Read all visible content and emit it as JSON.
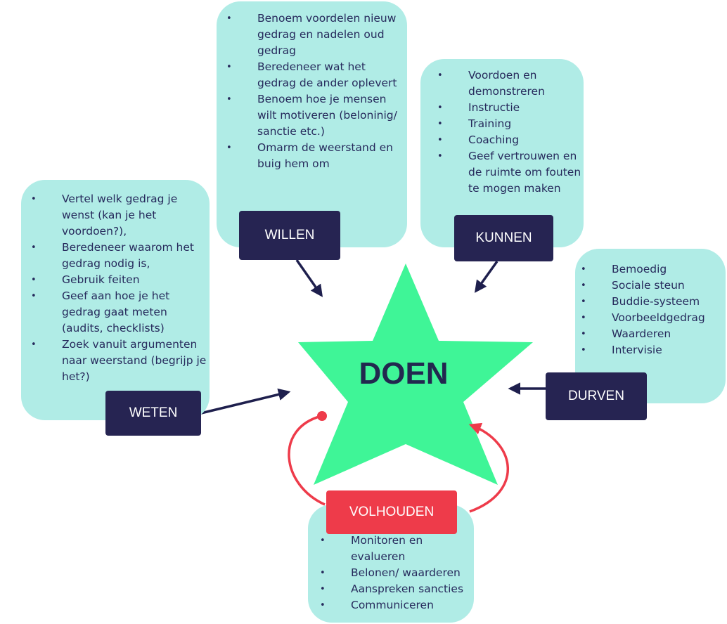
{
  "center": {
    "label": "DOEN"
  },
  "nodes": {
    "willen": {
      "tag": "WILLEN",
      "items": [
        "Benoem voordelen nieuw gedrag en nadelen oud gedrag",
        "Beredeneer wat het gedrag de ander oplevert",
        "Benoem hoe je mensen wilt motiveren (beloninig/ sanctie etc.)",
        "Omarm de weerstand en buig hem om"
      ]
    },
    "kunnen": {
      "tag": "KUNNEN",
      "items": [
        "Voordoen en demonstreren",
        "Instructie",
        "Training",
        "Coaching",
        "Geef vertrouwen en de ruimte om fouten te mogen maken"
      ]
    },
    "weten": {
      "tag": "WETEN",
      "items": [
        "Vertel welk gedrag je wenst (kan je het voordoen?),",
        "Beredeneer waarom het gedrag nodig is,",
        "Gebruik feiten",
        "Geef aan hoe je het gedrag gaat meten (audits, checklists)",
        "Zoek vanuit argumenten naar weerstand (begrijp je het?)"
      ]
    },
    "durven": {
      "tag": "DURVEN",
      "items": [
        "Bemoedig",
        "Sociale steun",
        "Buddie-systeem",
        "Voorbeeldgedrag",
        "Waarderen",
        "Intervisie"
      ]
    },
    "volhouden": {
      "tag": "VOLHOUDEN",
      "items": [
        "Monitoren en evalueren",
        "Belonen/ waarderen",
        "Aanspreken sancties",
        "Communiceren"
      ]
    }
  },
  "colors": {
    "card": "#b0ece6",
    "tag": "#262452",
    "tag_alert": "#ee3b4a",
    "star": "#3ff597",
    "arrow": "#1e1f4d",
    "cycle_arrow": "#ee3b4a"
  }
}
